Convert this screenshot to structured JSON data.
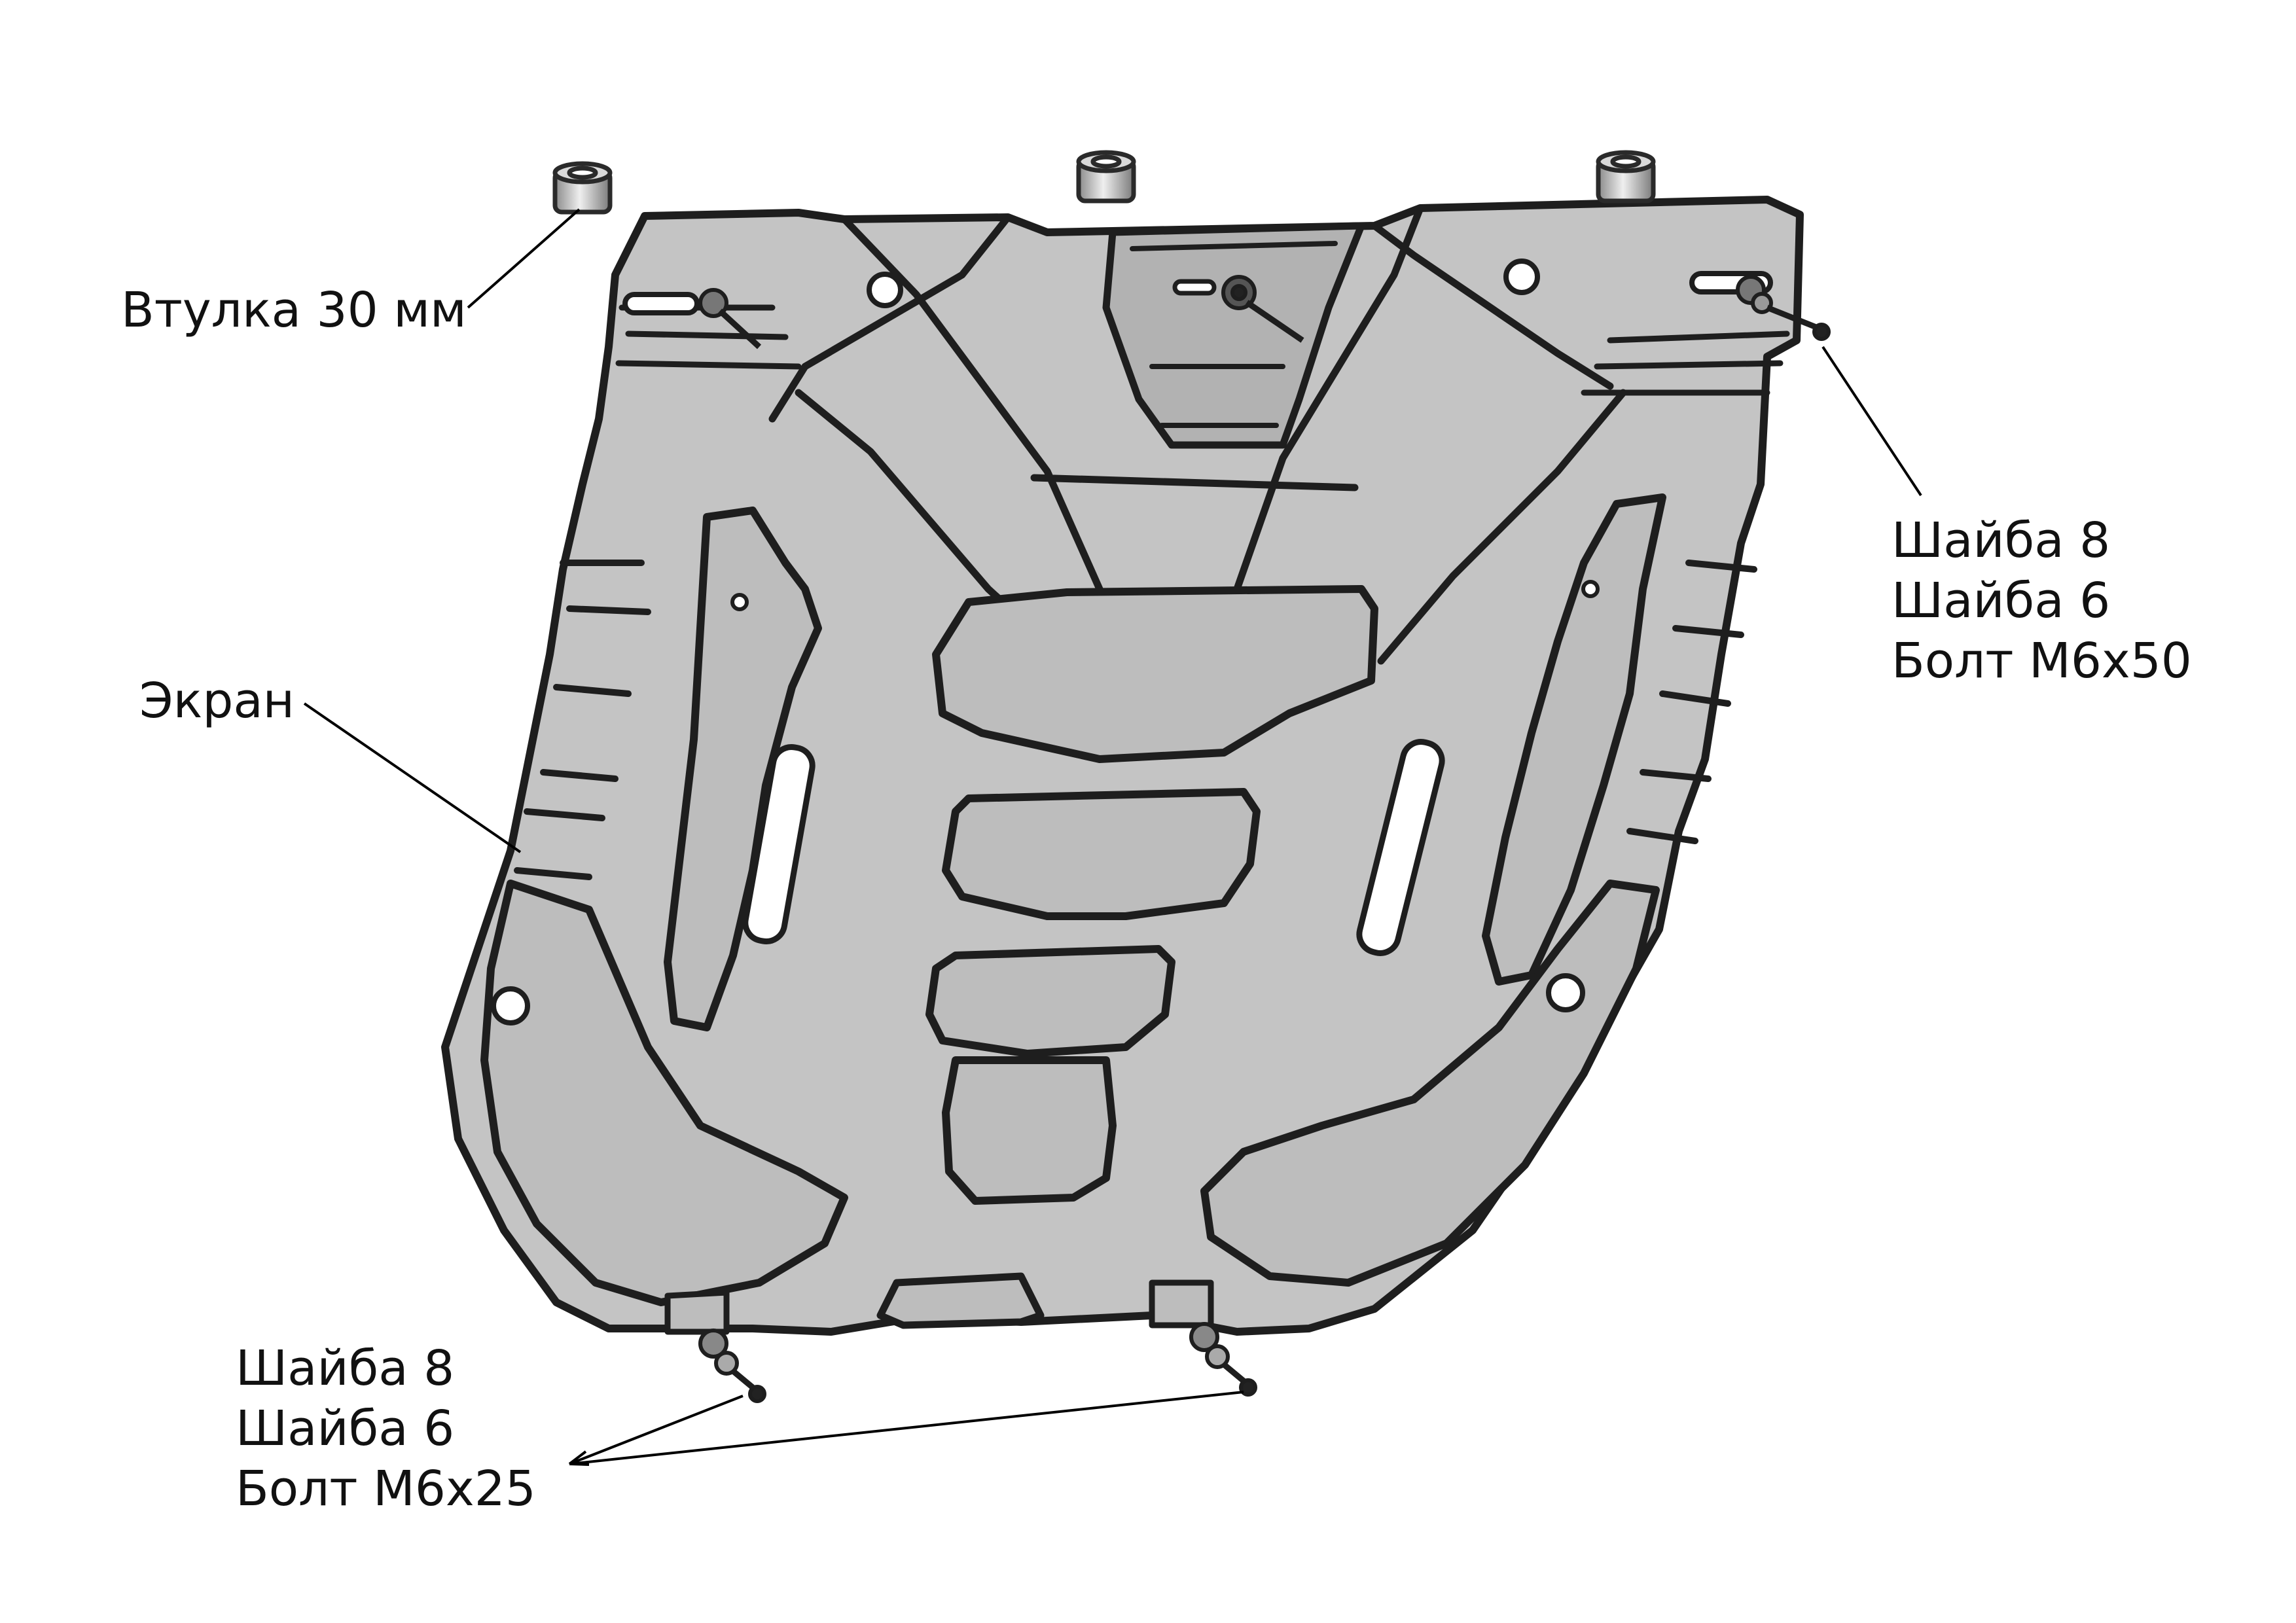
{
  "labels": {
    "bushing": "Втулка 30 мм",
    "screen": "Экран",
    "right_kit": [
      "Шайба 8",
      "Шайба 6",
      "Болт М6х50"
    ],
    "bottom_kit": [
      "Шайба 8",
      "Шайба 6",
      "Болт М6х25"
    ]
  },
  "colors": {
    "plate_fill": "#c4c4c4",
    "outline": "#1e1e1e",
    "hole": "#ffffff",
    "leader": "#000000"
  }
}
